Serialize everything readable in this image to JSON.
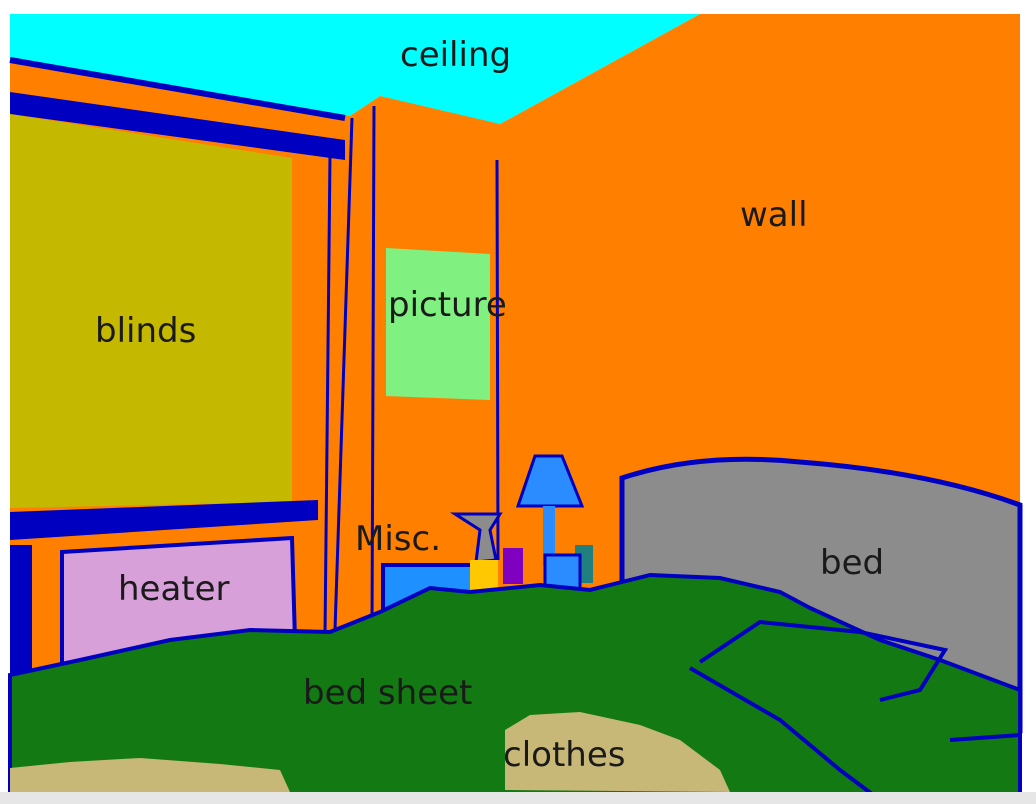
{
  "segmentation": {
    "labels": {
      "ceiling": "ceiling",
      "wall": "wall",
      "blinds": "blinds",
      "picture": "picture",
      "misc": "Misc.",
      "bed": "bed",
      "heater": "heater",
      "bed_sheet": "bed sheet",
      "clothes": "clothes"
    },
    "colors": {
      "ceiling": "#00ffff",
      "wall": "#ff8000",
      "outline": "#0000c0",
      "blinds": "#c4b800",
      "picture": "#80f080",
      "heater": "#d8a0d8",
      "bed": "#8c8c8c",
      "bed_sheet": "#137a13",
      "clothes": "#c8b878",
      "lamp": "#2a8cff",
      "nightstand": "#1e90ff",
      "misc_grey": "#8c8c8c",
      "misc_yellow": "#ffc800",
      "misc_purple": "#8000c0",
      "misc_teal": "#208080"
    }
  }
}
